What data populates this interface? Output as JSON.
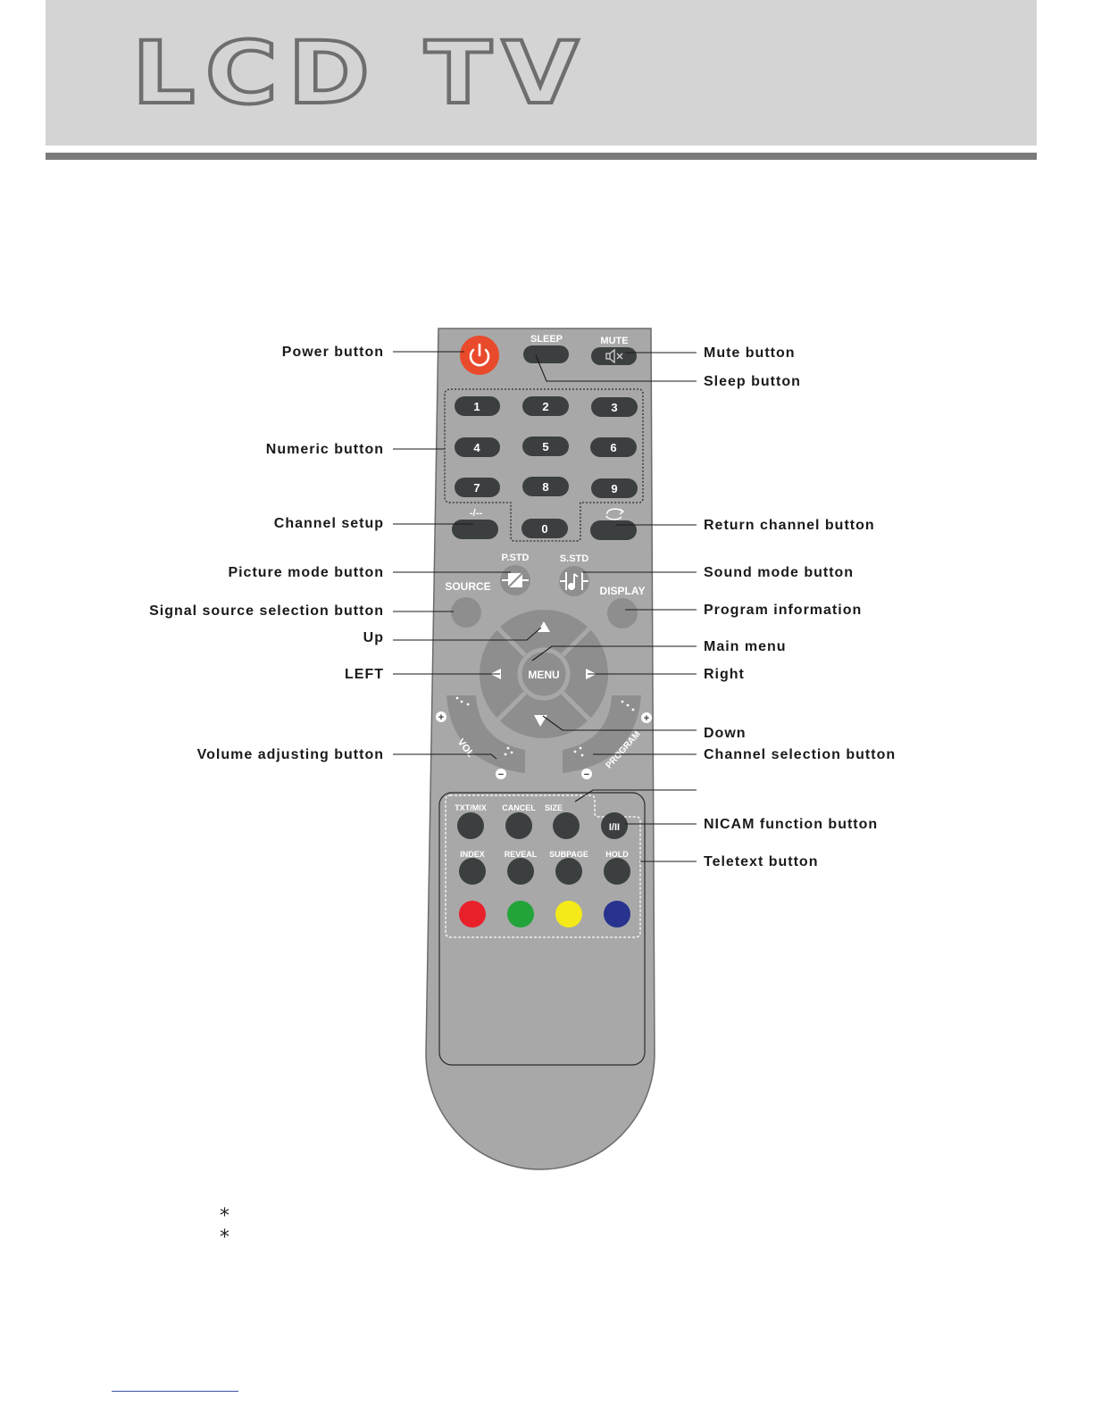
{
  "header": {
    "title": "LCD TV"
  },
  "remote": {
    "top_row": {
      "sleep": "SLEEP",
      "mute": "MUTE"
    },
    "numeric_keys": [
      "1",
      "2",
      "3",
      "4",
      "5",
      "6",
      "7",
      "8",
      "9",
      "0"
    ],
    "channel_setup_symbol": "-/--",
    "mode_labels": {
      "picture": "P.STD",
      "sound": "S.STD"
    },
    "side_labels": {
      "source": "SOURCE",
      "display": "DISPLAY"
    },
    "nav": {
      "menu": "MENU"
    },
    "rockers": {
      "volume": "VOL",
      "program": "PROGRAM",
      "plus": "+",
      "minus": "−"
    },
    "teletext_labels": {
      "row1": [
        "TXT/MIX",
        "CANCEL",
        "SIZE"
      ],
      "row2": [
        "INDEX",
        "REVEAL",
        "SUBPAGE",
        "HOLD"
      ]
    },
    "nicam_symbol": "I/II",
    "color_keys": [
      "#e8202a",
      "#23a43a",
      "#f4ea1a",
      "#27338f"
    ],
    "body_color": "#a8a8a8",
    "power_color": "#e94a2b"
  },
  "callouts": {
    "left": {
      "power": "Power button",
      "numeric": "Numeric button",
      "channel_setup": "Channel setup",
      "picture_mode": "Picture mode button",
      "signal_source": "Signal source selection button",
      "up": "Up",
      "left": "LEFT",
      "volume": "Volume adjusting button"
    },
    "right": {
      "mute": "Mute button",
      "sleep": "Sleep button",
      "return_channel": "Return channel button",
      "sound_mode": "Sound mode button",
      "program_info": "Program information",
      "main_menu": "Main menu",
      "right": "Right",
      "down": "Down",
      "channel_selection": "Channel selection button",
      "nicam": "NICAM function button",
      "teletext": "Teletext button"
    }
  },
  "notes": [
    "*",
    "*"
  ]
}
